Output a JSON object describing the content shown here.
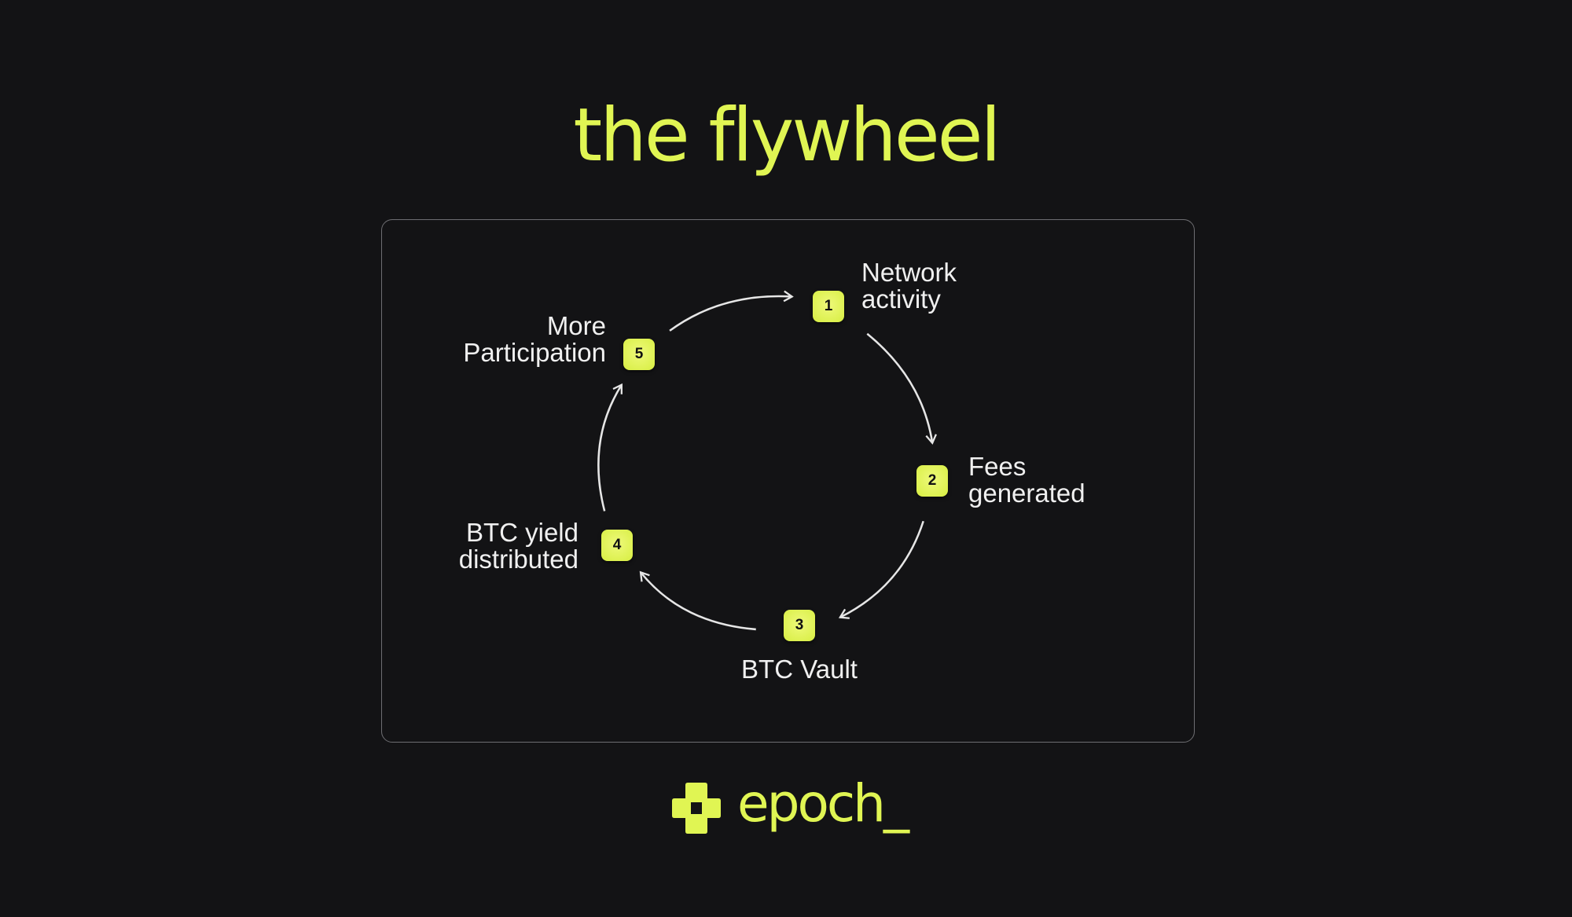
{
  "title": "the flywheel",
  "accent_color": "#e0f553",
  "steps": [
    {
      "number": "1",
      "label_lines": [
        "Network",
        "activity"
      ]
    },
    {
      "number": "2",
      "label_lines": [
        "Fees",
        "generated"
      ]
    },
    {
      "number": "3",
      "label_lines": [
        "BTC Vault"
      ]
    },
    {
      "number": "4",
      "label_lines": [
        "BTC yield",
        "distributed"
      ]
    },
    {
      "number": "5",
      "label_lines": [
        "More",
        "Participation"
      ]
    }
  ],
  "logo": {
    "text": "epoch_",
    "icon": "plus-cross-icon"
  }
}
